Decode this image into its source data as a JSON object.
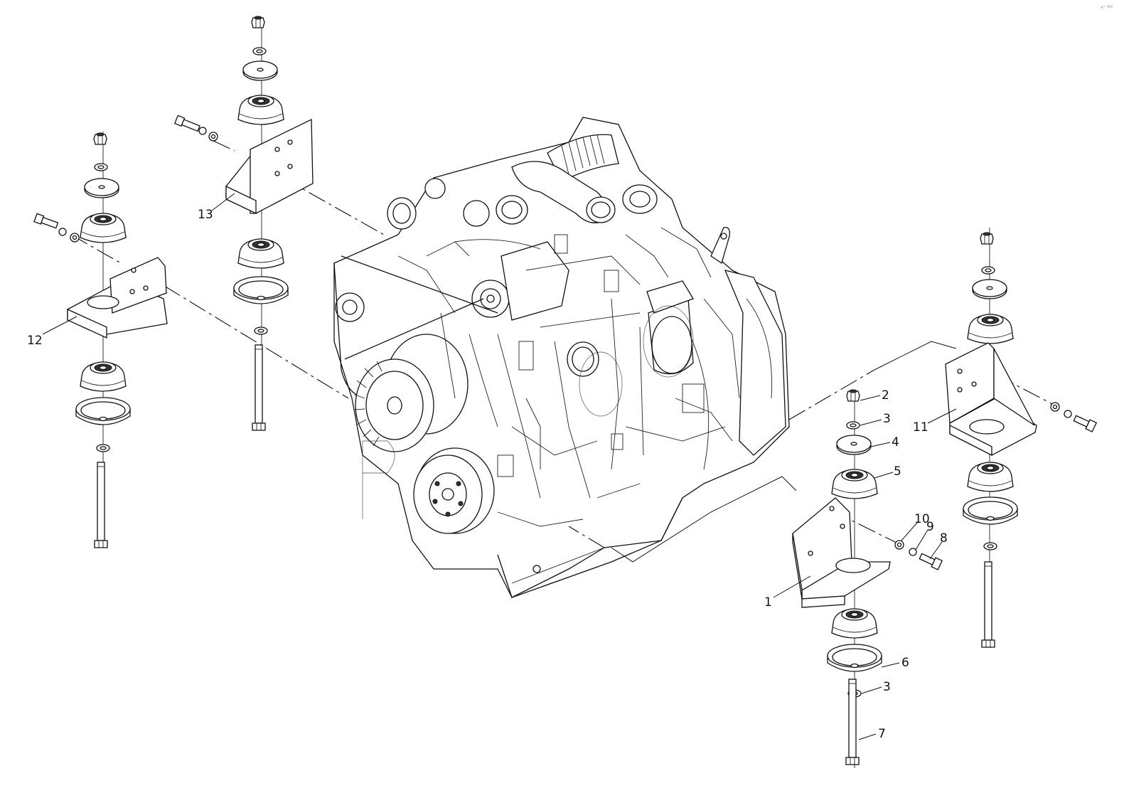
{
  "diagram": {
    "corner_mark": "a° ªªª",
    "callouts": [
      "1",
      "2",
      "3",
      "4",
      "5",
      "6",
      "3",
      "7",
      "8",
      "9",
      "10",
      "11",
      "12",
      "13"
    ]
  }
}
